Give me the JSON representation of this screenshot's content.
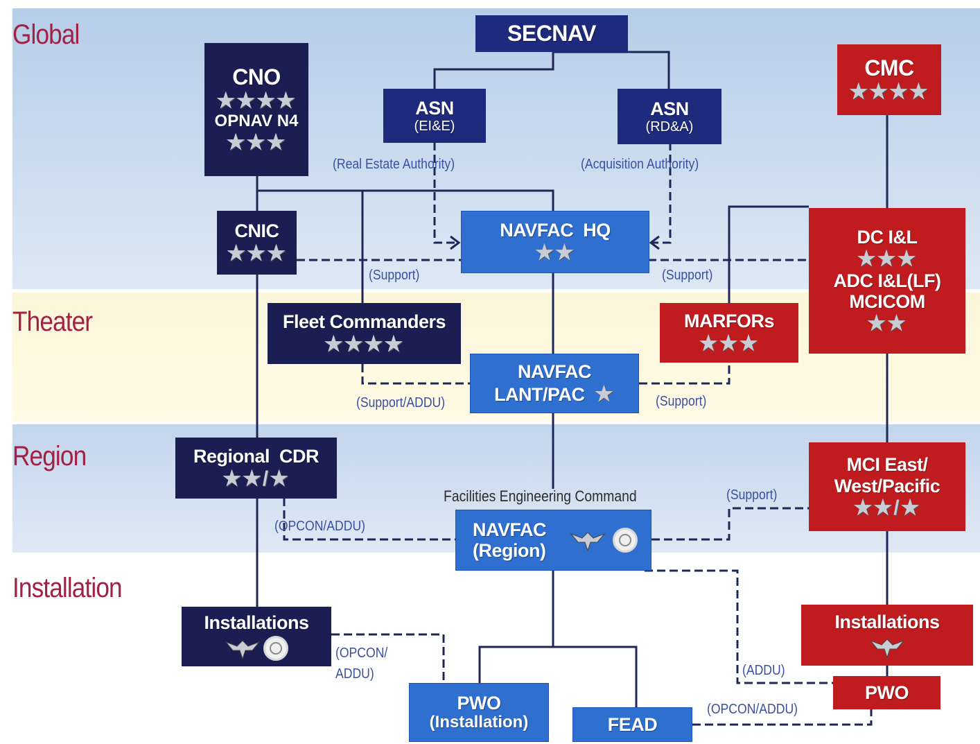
{
  "tiers": {
    "global": "Global",
    "theater": "Theater",
    "region": "Region",
    "installation": "Installation"
  },
  "nodes": {
    "secnav": "SECNAV",
    "cno": {
      "title": "CNO",
      "stars": "★★★★",
      "subtitle": "OPNAV N4",
      "sub_stars": "★★★"
    },
    "asn_eie": {
      "title": "ASN",
      "subtitle": "(EI&E)"
    },
    "asn_rda": {
      "title": "ASN",
      "subtitle": "(RD&A)"
    },
    "cmc": {
      "title": "CMC",
      "stars": "★★★★"
    },
    "cnic": {
      "title": "CNIC",
      "stars": "★★★"
    },
    "navfac_hq": {
      "title": "NAVFAC  HQ",
      "stars": "★★"
    },
    "dc_il": {
      "line1": "DC I&L",
      "stars1": "★★★",
      "line2": "ADC I&L(LF)",
      "line3": "MCICOM",
      "stars2": "★★"
    },
    "fleet_commanders": {
      "title": "Fleet Commanders",
      "stars": "★★★★"
    },
    "marfors": {
      "title": "MARFORs",
      "stars": "★★★"
    },
    "navfac_lantpac": {
      "line1": "NAVFAC",
      "line2": "LANT/PAC",
      "star": "★"
    },
    "regional_cdr": {
      "title": "Regional  CDR",
      "stars": "★★/★"
    },
    "mci": {
      "line1": "MCI East/",
      "line2": "West/Pacific",
      "stars": "★★/★"
    },
    "navfac_region": {
      "line1": "NAVFAC",
      "line2": "(Region)"
    },
    "installations_navy": {
      "title": "Installations"
    },
    "installations_usmc": {
      "title": "Installations"
    },
    "pwo_installation": {
      "line1": "PWO",
      "line2": "(Installation)"
    },
    "fead": "FEAD",
    "pwo_usmc": "PWO"
  },
  "annotations": {
    "real_estate": "(Real Estate Authority)",
    "acquisition": "(Acquisition Authority)",
    "support_left": "(Support)",
    "support_right": "(Support)",
    "support_addu": "(Support/ADDU)",
    "support_lant": "(Support)",
    "facilities_engineering": "Facilities Engineering Command",
    "support_region": "(Support)",
    "opcon_addu_region": "(OPCON/ADDU)",
    "opcon_addu_install_1": "(OPCON/",
    "opcon_addu_install_2": "ADDU)",
    "addu": "(ADDU)",
    "opcon_addu_fead": "(OPCON/ADDU)"
  },
  "icons": {
    "rank": "eagle-icon",
    "seal": "seal-icon"
  },
  "colors": {
    "navy_command": "#1a1e52",
    "secnav": "#1e2a7c",
    "navfac": "#2f6fd0",
    "usmc": "#c01c1f",
    "tier_label": "#a32045",
    "annotation": "#3b4fa0"
  }
}
